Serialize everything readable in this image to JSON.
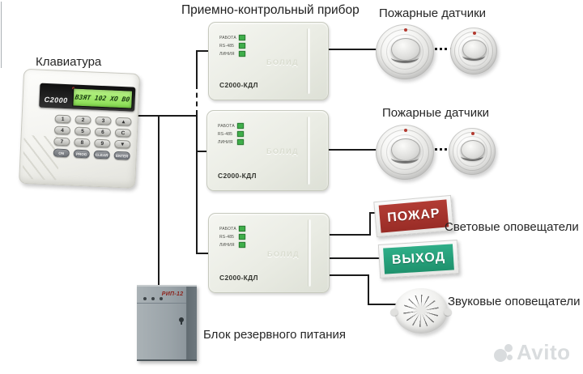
{
  "title": "Приемно-контрольный прибор",
  "labels": {
    "keyboard": "Клавиатура",
    "fire_detectors_1": "Пожарные датчики",
    "fire_detectors_2": "Пожарные датчики",
    "light_annunciators": "Световые оповещатели",
    "sound_annunciators": "Звуковые оповещатели",
    "backup_power": "Блок резервного питания"
  },
  "keypad": {
    "brand": "C2000",
    "lcd_text": "ВЗЯТ 102 ХО В0",
    "buttons": [
      [
        "1",
        "2",
        "3",
        "▲"
      ],
      [
        "4",
        "5",
        "6",
        "C"
      ],
      [
        "7",
        "8",
        "9",
        "▼"
      ],
      [
        "ON",
        "PROG",
        "CLEAR",
        "ENTER"
      ]
    ]
  },
  "kdl_panels": [
    {
      "model": "С2000-КДЛ",
      "leds": [
        "РАБОТА",
        "RS-485",
        "ЛИНИЯ"
      ],
      "logo": "БОЛИД"
    },
    {
      "model": "С2000-КДЛ",
      "leds": [
        "РАБОТА",
        "RS-485",
        "ЛИНИЯ"
      ],
      "logo": "БОЛИД"
    },
    {
      "model": "С2000-КДЛ",
      "leds": [
        "РАБОТА",
        "RS-485",
        "ЛИНИЯ"
      ],
      "logo": "БОЛИД"
    }
  ],
  "signs": {
    "fire": "ПОЖАР",
    "exit": "ВЫХОД"
  },
  "rip": {
    "model": "РИП-12"
  },
  "watermark": "Avito",
  "colors": {
    "wire": "#1b1b1b",
    "led_green": "#3fae4a",
    "lcd_green": "#9ae95f",
    "fire_sign_red": "#a8332c",
    "exit_sign_green": "#27a07c",
    "rip_label_red": "#8c241d",
    "watermark_gray": "#d9dcde"
  }
}
